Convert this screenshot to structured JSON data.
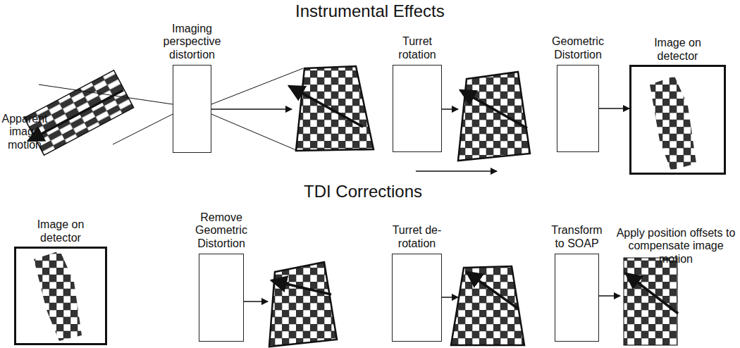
{
  "diagram": {
    "title": "Instrumental Effects",
    "nodes": [
      {
        "text": [
          "Imaging perspective distortion"
        ]
      },
      {
        "text": [
          "Turret rotation"
        ]
      },
      {
        "text": [
          "Geometric Distortion"
        ]
      },
      {
        "text": [
          "Image on detector"
        ]
      },
      {
        "text": [
          "Image on detector"
        ]
      },
      {
        "text": [
          "Remove Geometric Distortion"
        ]
      },
      {
        "text": [
          "Turret de-rotation"
        ]
      },
      {
        "text": [
          "Transform to SOAP"
        ]
      }
    ],
    "edges": [
      {
        "from": 2,
        "to": 3,
        "arrow": "to"
      }
    ],
    "labels": [
      "TDI Corrections",
      "Apparent image motion",
      "Apply position offsets to compensate image motion"
    ]
  }
}
